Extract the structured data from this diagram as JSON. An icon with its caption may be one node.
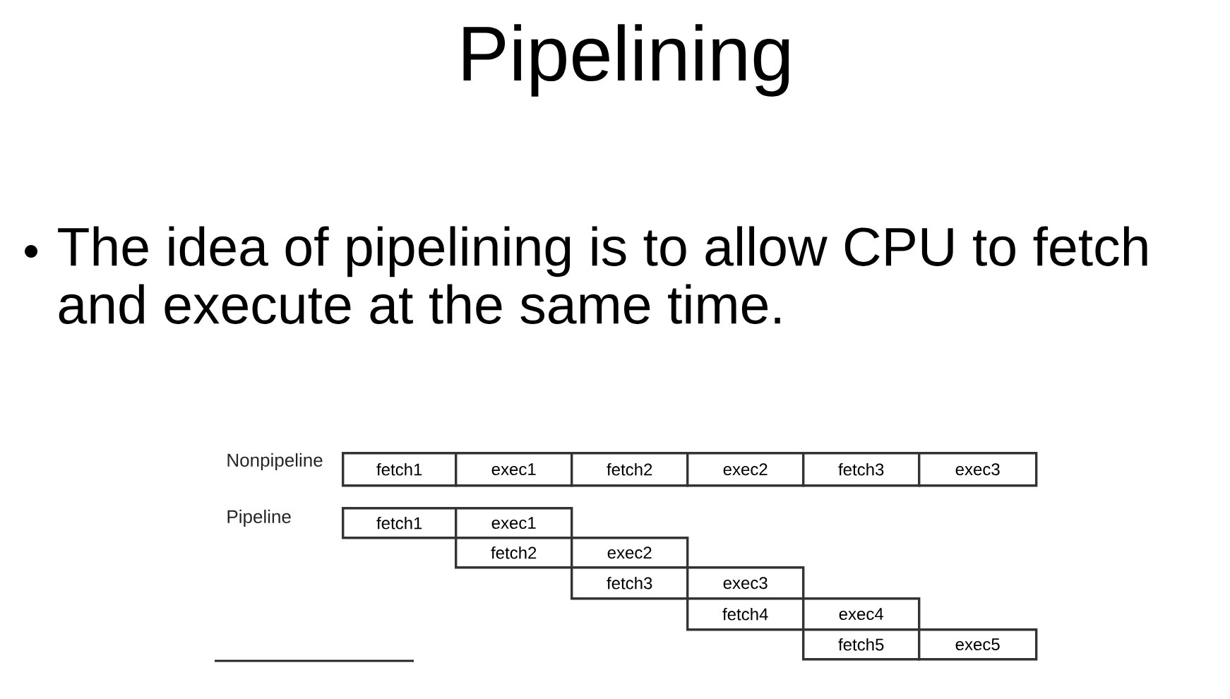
{
  "diagram": {
    "title": "Pipelining",
    "nodes": [
      {
        "text": [
          "fetch1"
        ]
      },
      {
        "text": [
          "exec1"
        ]
      },
      {
        "text": [
          "fetch2"
        ]
      },
      {
        "text": [
          "exec2"
        ]
      },
      {
        "text": [
          "fetch3"
        ]
      },
      {
        "text": [
          "exec3"
        ]
      },
      {
        "text": [
          "fetch1"
        ]
      },
      {
        "text": [
          "exec1"
        ]
      },
      {
        "text": [
          "fetch2"
        ]
      },
      {
        "text": [
          "exec2"
        ]
      },
      {
        "text": [
          "fetch3"
        ]
      },
      {
        "text": [
          "exec3"
        ]
      },
      {
        "text": [
          "fetch4"
        ]
      },
      {
        "text": [
          "exec4"
        ]
      },
      {
        "text": [
          "fetch5"
        ]
      },
      {
        "text": [
          "exec5"
        ]
      }
    ],
    "labels": [
      "The idea of pipelining is to allow CPU to fetch and execute at the same time.",
      "Nonpipeline",
      "Pipeline"
    ]
  }
}
